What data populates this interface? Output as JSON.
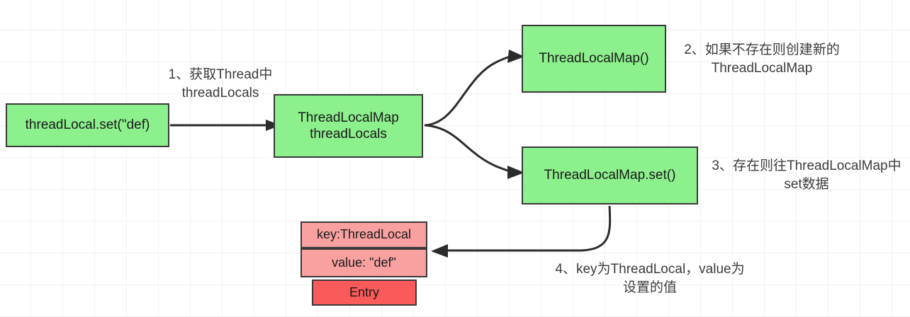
{
  "diagram": {
    "title": "ThreadLocal set flow",
    "background": "#ffffff",
    "grid_color": "#f0f0f0",
    "colors": {
      "green_fill": "#8cf08c",
      "red_row_fill": "#f9a0a0",
      "red_foot_fill": "#fa5a5a",
      "border": "#3a3a3a",
      "edge": "#2b2b2b",
      "annotation_text": "#3c3c3c"
    },
    "nodes": {
      "threadlocal_set": "threadLocal.set(\"def)",
      "threadlocals": "ThreadLocalMap\nthreadLocals",
      "tlmap_new": "ThreadLocalMap()",
      "tlmap_set": "ThreadLocalMap.set()",
      "entry_key": "key:ThreadLocal",
      "entry_value": "value: \"def\"",
      "entry_foot": "Entry"
    },
    "annotations": {
      "step1": "1、获取Thread中\nthreadLocals",
      "step2": "2、如果不存在则创建新的\nThreadLocalMap",
      "step3": "3、存在则往ThreadLocalMap中\nset数据",
      "step4": "4、key为ThreadLocal，value为\n设置的值"
    }
  }
}
